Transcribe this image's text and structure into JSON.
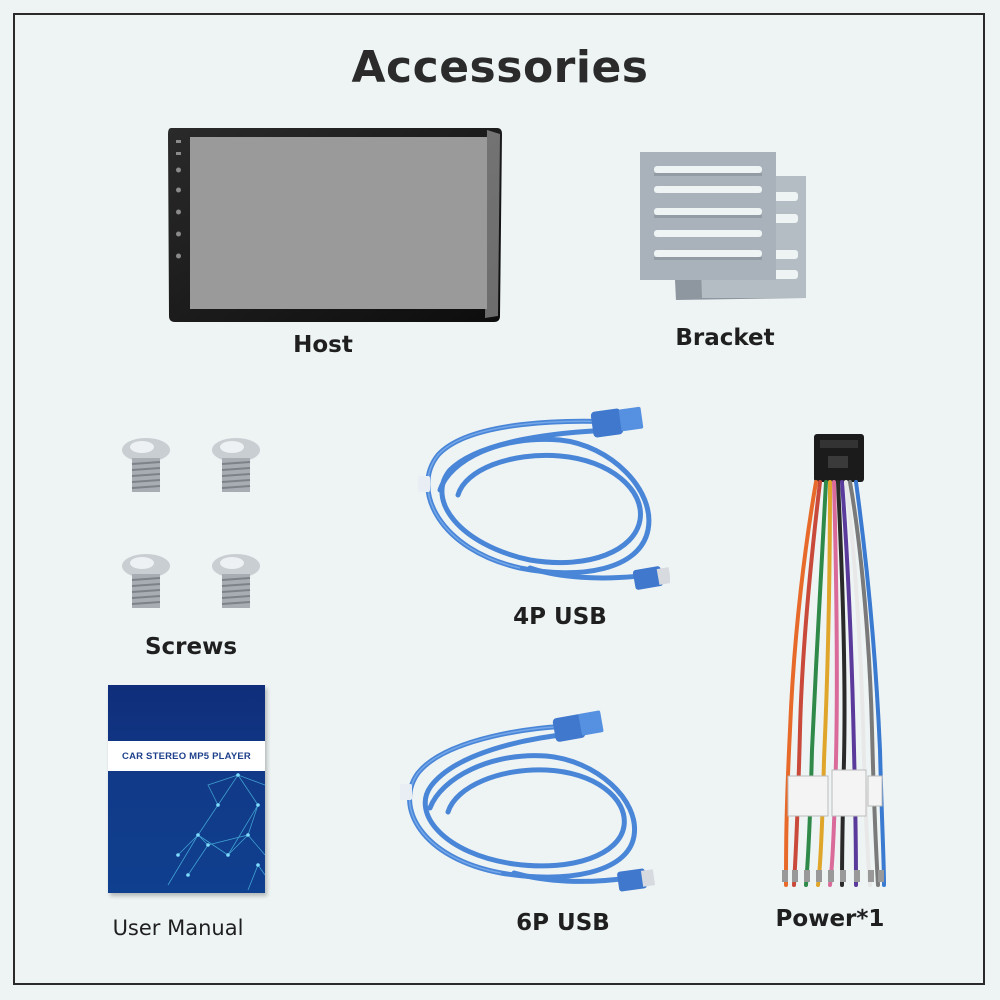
{
  "title": "Accessories",
  "items": {
    "host": "Host",
    "bracket": "Bracket",
    "screws": "Screws",
    "usb4p": "4P USB",
    "power": "Power*1",
    "manual": "User Manual",
    "usb6p": "6P USB"
  },
  "manual_cover_text": "CAR STEREO MP5 PLAYER",
  "colors": {
    "background": "#eef4f4",
    "frame": "#2a2a2a",
    "cable_blue": "#4a86d8",
    "manual_blue": "#113a88",
    "bracket_gray": "#a9b2ba"
  }
}
